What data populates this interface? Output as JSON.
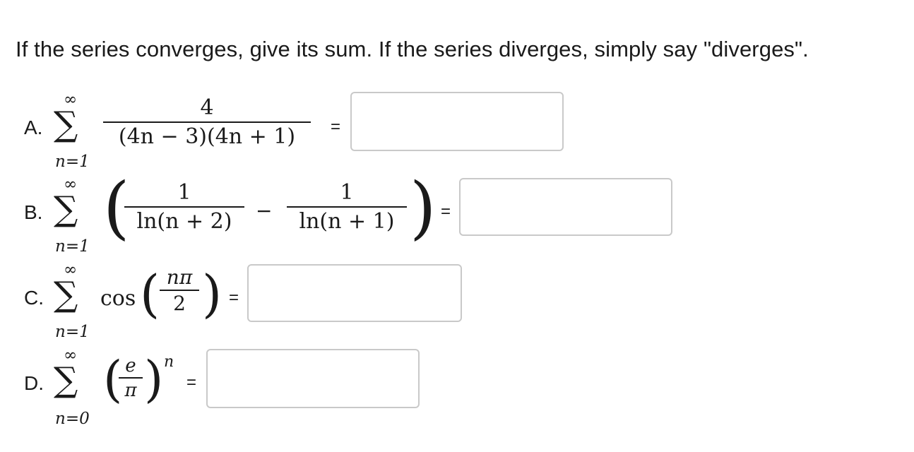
{
  "prompt": "If the series converges, give its sum.  If the series diverges, simply say \"diverges\".",
  "problems": [
    {
      "letter": "A.",
      "upper": "∞",
      "lower": "n=1",
      "numerator": "4",
      "denominator": "(4n − 3)(4n + 1)",
      "equals": "=",
      "answer": ""
    },
    {
      "letter": "B.",
      "upper": "∞",
      "lower": "n=1",
      "frac1_num": "1",
      "frac1_den": "ln(n + 2)",
      "minus": "−",
      "frac2_num": "1",
      "frac2_den": "ln(n + 1)",
      "equals": "=",
      "answer": ""
    },
    {
      "letter": "C.",
      "upper": "∞",
      "lower": "n=1",
      "func": "cos",
      "numerator": "nπ",
      "denominator": "2",
      "equals": "=",
      "answer": ""
    },
    {
      "letter": "D.",
      "upper": "∞",
      "lower": "n=0",
      "numerator": "e",
      "denominator": "π",
      "exponent": "n",
      "equals": "=",
      "answer": ""
    }
  ]
}
